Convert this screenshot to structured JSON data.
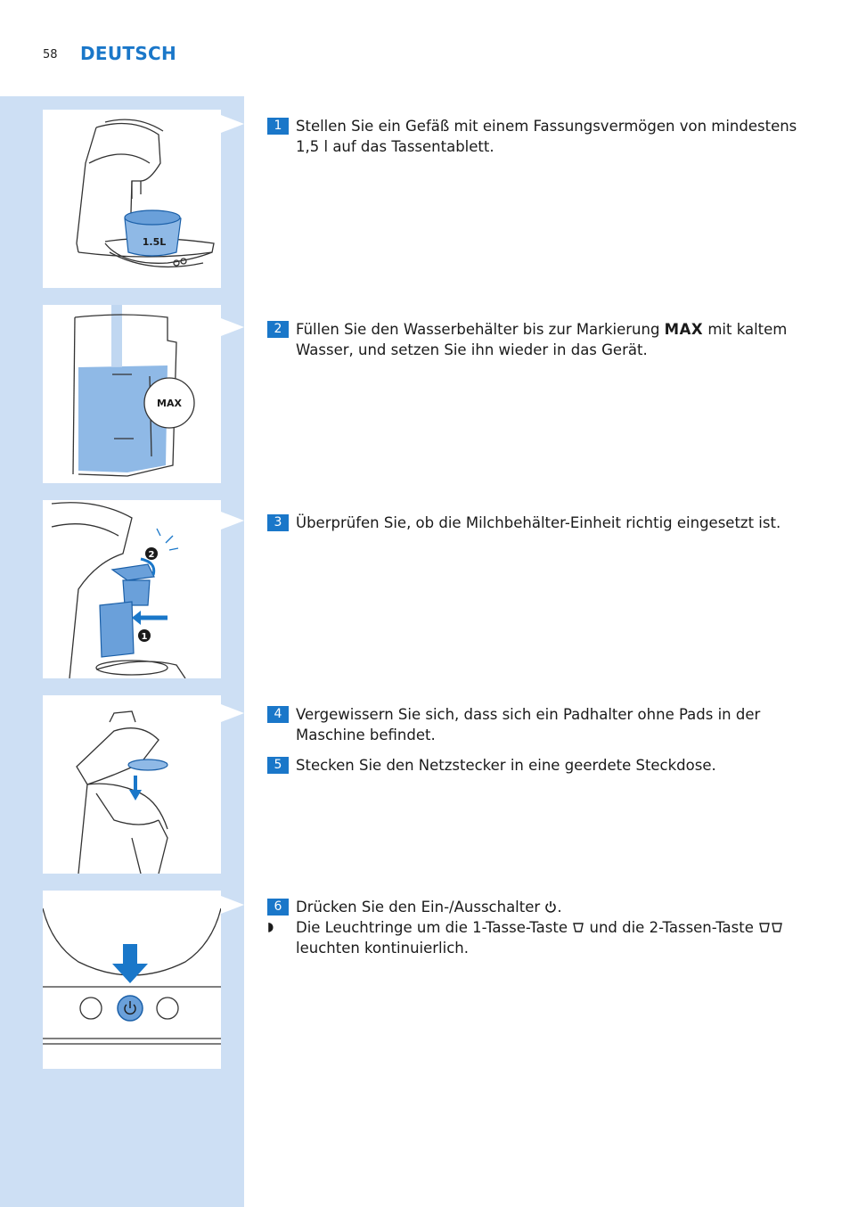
{
  "header": {
    "page_number": "58",
    "language": "DEUTSCH"
  },
  "figures": {
    "fig1_label": "1.5L",
    "fig2_label": "MAX",
    "fig3_markers": [
      "2",
      "1"
    ]
  },
  "steps": [
    {
      "num": "1",
      "text": "Stellen Sie ein Gefäß mit einem Fassungsvermögen von mindestens 1,5 l auf das Tassentablett."
    },
    {
      "num": "2",
      "pre": "Füllen Sie den Wasserbehälter bis zur Markierung ",
      "bold": "MAX",
      "post": " mit kaltem Wasser, und setzen Sie ihn wieder in das Gerät."
    },
    {
      "num": "3",
      "text": "Überprüfen Sie, ob die Milchbehälter-Einheit richtig eingesetzt ist."
    },
    {
      "num": "4",
      "text": "Vergewissern Sie sich, dass sich ein Padhalter ohne Pads in der Maschine befindet."
    },
    {
      "num": "5",
      "text": "Stecken Sie den Netzstecker in eine geerdete Steckdose."
    },
    {
      "num": "6",
      "text": "Drücken Sie den Ein-/Ausschalter",
      "end": "."
    }
  ],
  "bullet": {
    "marker": "◗",
    "part1": "Die Leuchtringe um die 1-Tasse-Taste",
    "part2": "und die 2-Tassen-Taste",
    "part3": "leuchten kontinuierlich."
  },
  "colors": {
    "accent": "#1a77c9",
    "sidebar": "#cddff4",
    "water": "#8fb9e6"
  },
  "icons": [
    "power-icon",
    "one-cup-icon",
    "two-cups-icon"
  ]
}
